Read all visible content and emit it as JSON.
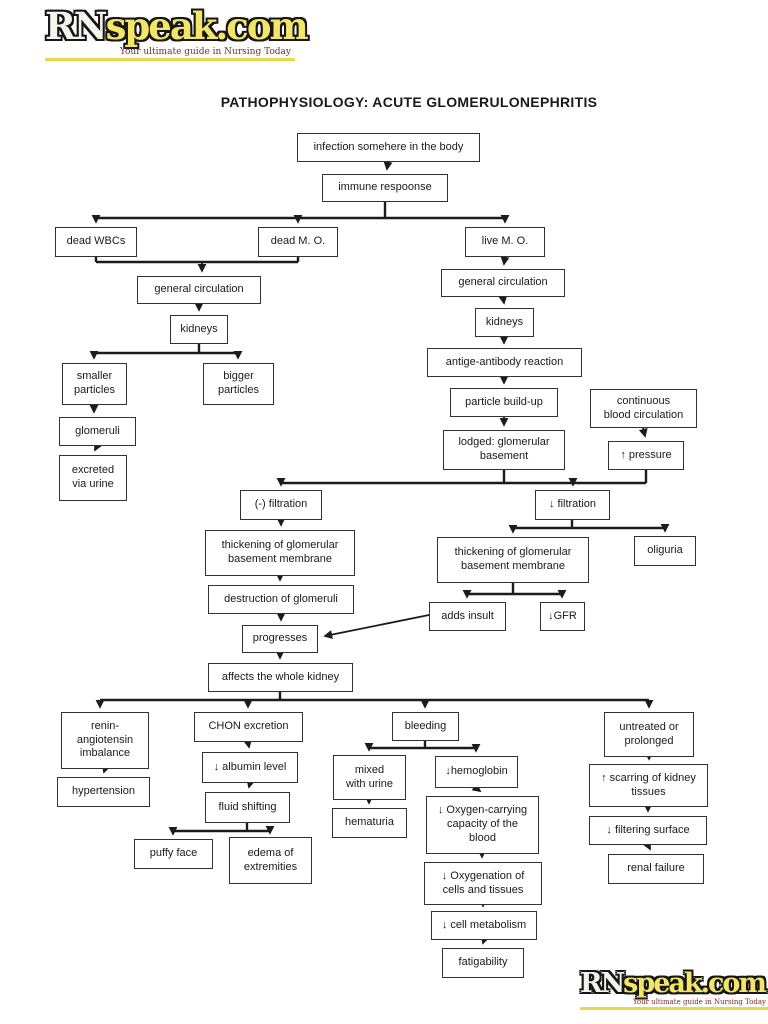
{
  "title": "PATHOPHYSIOLOGY: ACUTE GLOMERULONEPHRITIS",
  "logo": {
    "brand_prefix": "RN",
    "brand_suffix": "speak.com",
    "tagline": "Your ultimate guide in Nursing Today"
  },
  "nodes": {
    "infection": "infection somehere in the body",
    "immune_response": "immune respoonse",
    "dead_wbcs": "dead WBCs",
    "dead_mo": "dead M. O.",
    "live_mo": "live M. O.",
    "general_circulation_left": "general circulation",
    "kidneys_left": "kidneys",
    "smaller_particles": "smaller\nparticles",
    "bigger_particles": "bigger\nparticles",
    "glomeruli": "glomeruli",
    "excreted_via_urine": "excreted\nvia urine",
    "general_circulation_right": "general circulation",
    "kidneys_right": "kidneys",
    "antigen_antibody_reaction": "antige-antibody reaction",
    "particle_buildup": "particle build-up",
    "continuous_blood_circulation": "continuous\nblood circulation",
    "lodged_glomerular_basement": "lodged: glomerular\nbasement",
    "increased_pressure": "↑ pressure",
    "negative_filtration": "(-) filtration",
    "decreased_filtration": "↓ filtration",
    "thickening_left": "thickening of glomerular\nbasement membrane",
    "thickening_right": "thickening of glomerular\nbasement membrane",
    "oliguria": "oliguria",
    "destruction_of_glomeruli": "destruction of glomeruli",
    "adds_insult": "adds insult",
    "decreased_gfr": "↓GFR",
    "progresses": "progresses",
    "affects_whole_kidney": "affects the whole kidney",
    "renin_angiotensin_imbalance": "renin-\nangiotensin\nimbalance",
    "hypertension": "hypertension",
    "chon_excretion": "CHON excretion",
    "decreased_albumin_level": "↓ albumin level",
    "fluid_shifting": "fluid shifting",
    "puffy_face": "puffy face",
    "edema_of_extremities": "edema of\nextremities",
    "bleeding": "bleeding",
    "mixed_with_urine": "mixed\nwith urine",
    "hematuria": "hematuria",
    "decreased_hemoglobin": "↓hemoglobin",
    "decreased_oxygen_capacity": "↓ Oxygen-carrying\ncapacity of the\nblood",
    "decreased_oxygenation": "↓ Oxygenation of\ncells and tissues",
    "decreased_cell_metabolism": "↓ cell metabolism",
    "fatigability": "fatigability",
    "untreated_or_prolonged": "untreated or\nprolonged",
    "increased_scarring": "↑ scarring of kidney\ntissues",
    "decreased_filtering_surface": "↓ filtering surface",
    "renal_failure": "renal failure"
  }
}
